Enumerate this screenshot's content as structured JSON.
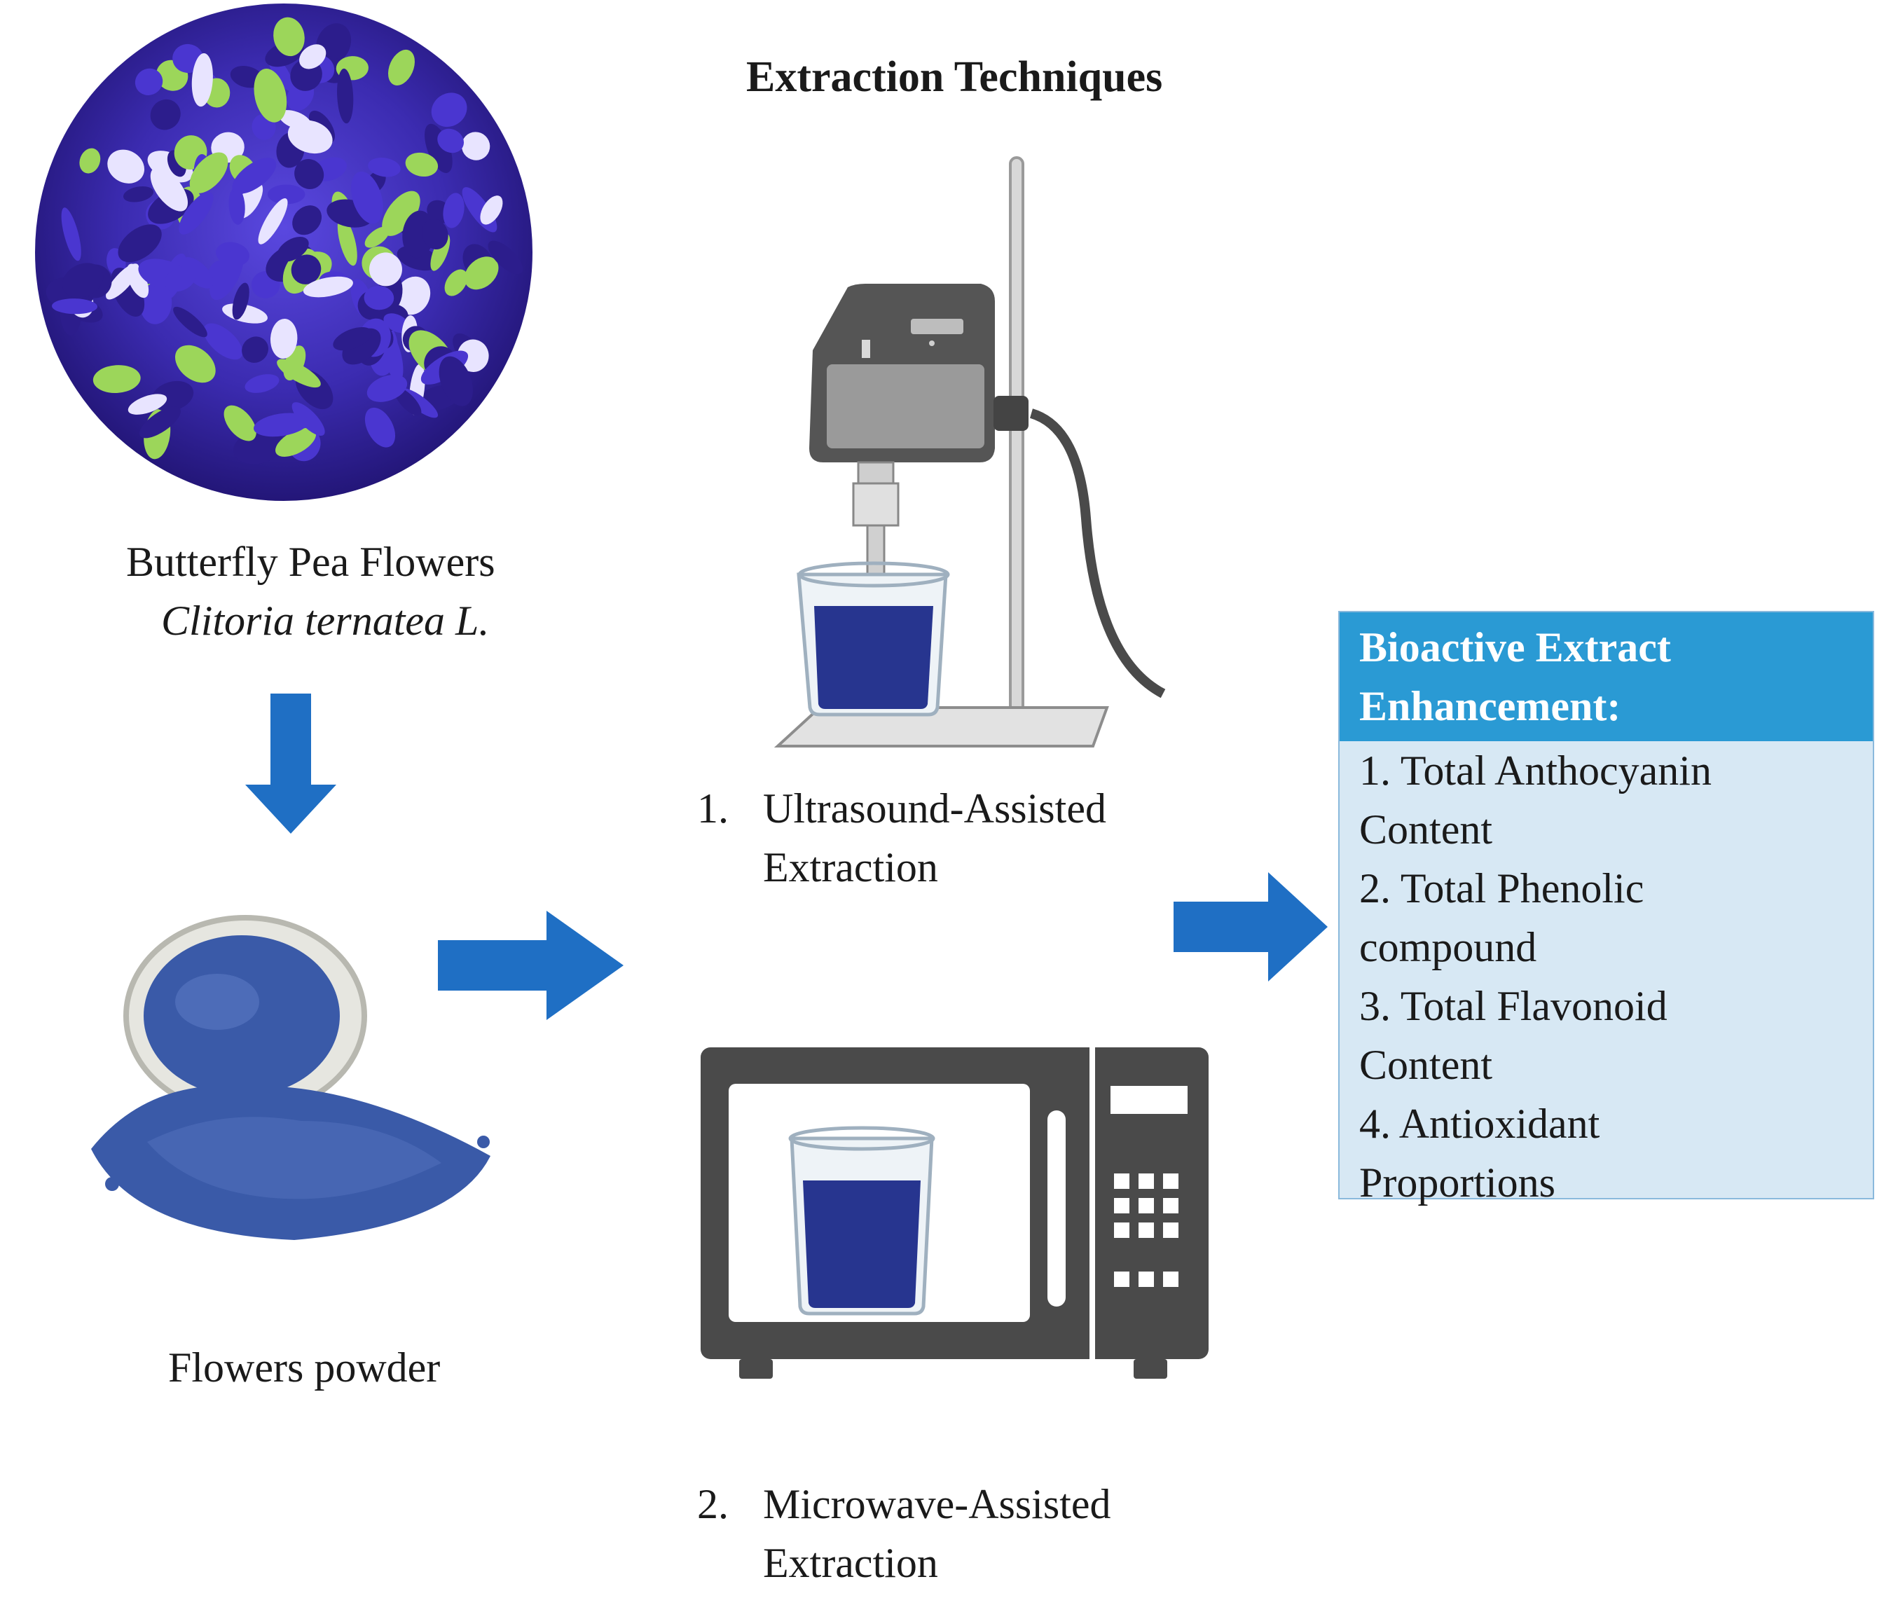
{
  "header": {
    "title": "Extraction Techniques"
  },
  "source": {
    "name": "Butterfly Pea Flowers",
    "scientific_name": "Clitoria ternatea L.",
    "powder_label": "Flowers powder"
  },
  "techniques": [
    {
      "number": "1.",
      "line1": "Ultrasound-Assisted",
      "line2": "Extraction"
    },
    {
      "number": "2.",
      "line1": "Microwave-Assisted",
      "line2": "Extraction"
    }
  ],
  "result": {
    "heading_line1": "Bioactive Extract",
    "heading_line2": "Enhancement:",
    "items": [
      "1. Total Anthocyanin",
      "Content",
      "2. Total Phenolic",
      "compound",
      "3. Total Flavonoid",
      "Content",
      "4. Antioxidant",
      "Proportions"
    ]
  },
  "colors": {
    "arrow": "#1f6fc4",
    "flower_purple": "#3b2bb0",
    "powder_blue": "#3a5aa8",
    "liquid": "#27358f",
    "device_gray": "#555555",
    "box_header": "#2a9ad4",
    "box_fill": "#d7e8f4"
  }
}
